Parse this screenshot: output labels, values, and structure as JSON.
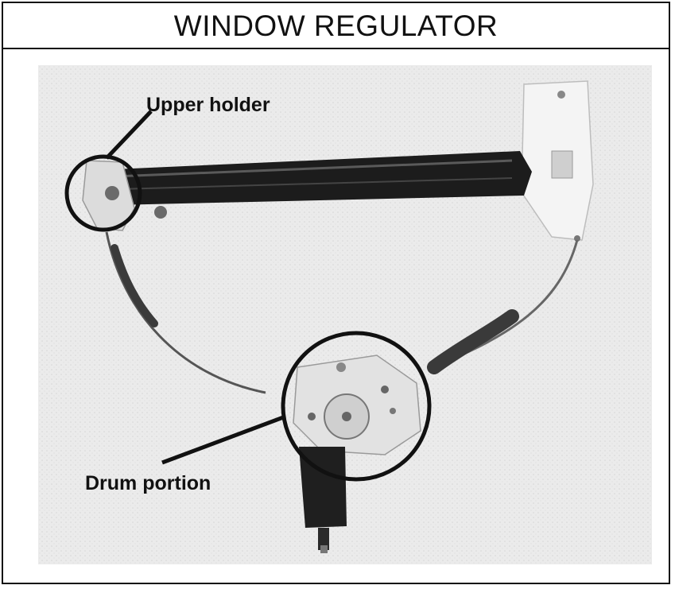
{
  "header": {
    "title": "WINDOW REGULATOR"
  },
  "callouts": {
    "upper_holder": "Upper holder",
    "drum_portion": "Drum portion"
  },
  "colors": {
    "ink": "#111111",
    "photo_background": "#e9e9e9",
    "rail": "#1c1c1c",
    "cable_tube": "#3a3a3a"
  }
}
